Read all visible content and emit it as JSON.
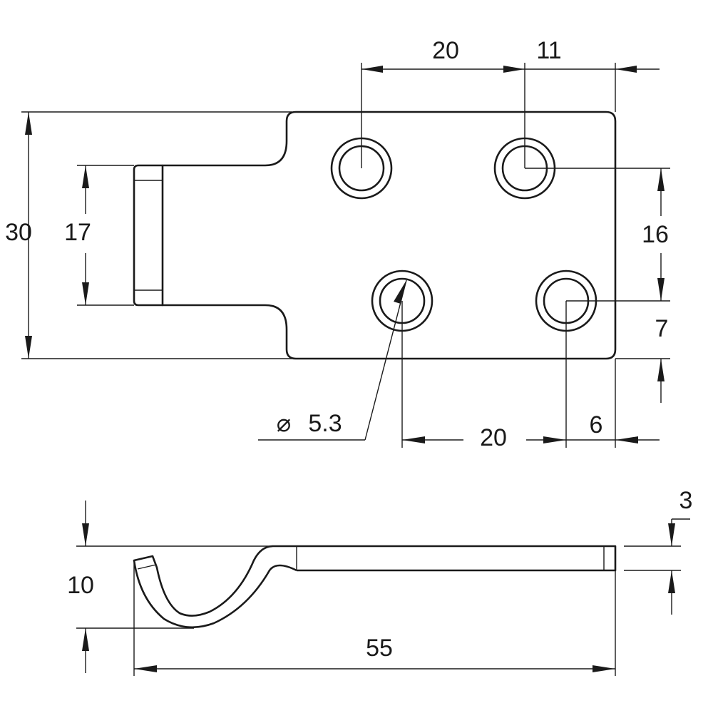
{
  "top_view": {
    "hole_spacing_top": "20",
    "edge_offset_top": "11",
    "overall_width": "30",
    "tab_width": "17",
    "hole_spacing_vertical": "16",
    "bottom_offset_vertical": "7",
    "hole_diameter": "5.3",
    "hole_diameter_symbol": "⌀",
    "hole_spacing_bottom": "20",
    "edge_offset_bottom": "6"
  },
  "side_view": {
    "thickness": "3",
    "hook_height": "10",
    "overall_length": "55"
  }
}
